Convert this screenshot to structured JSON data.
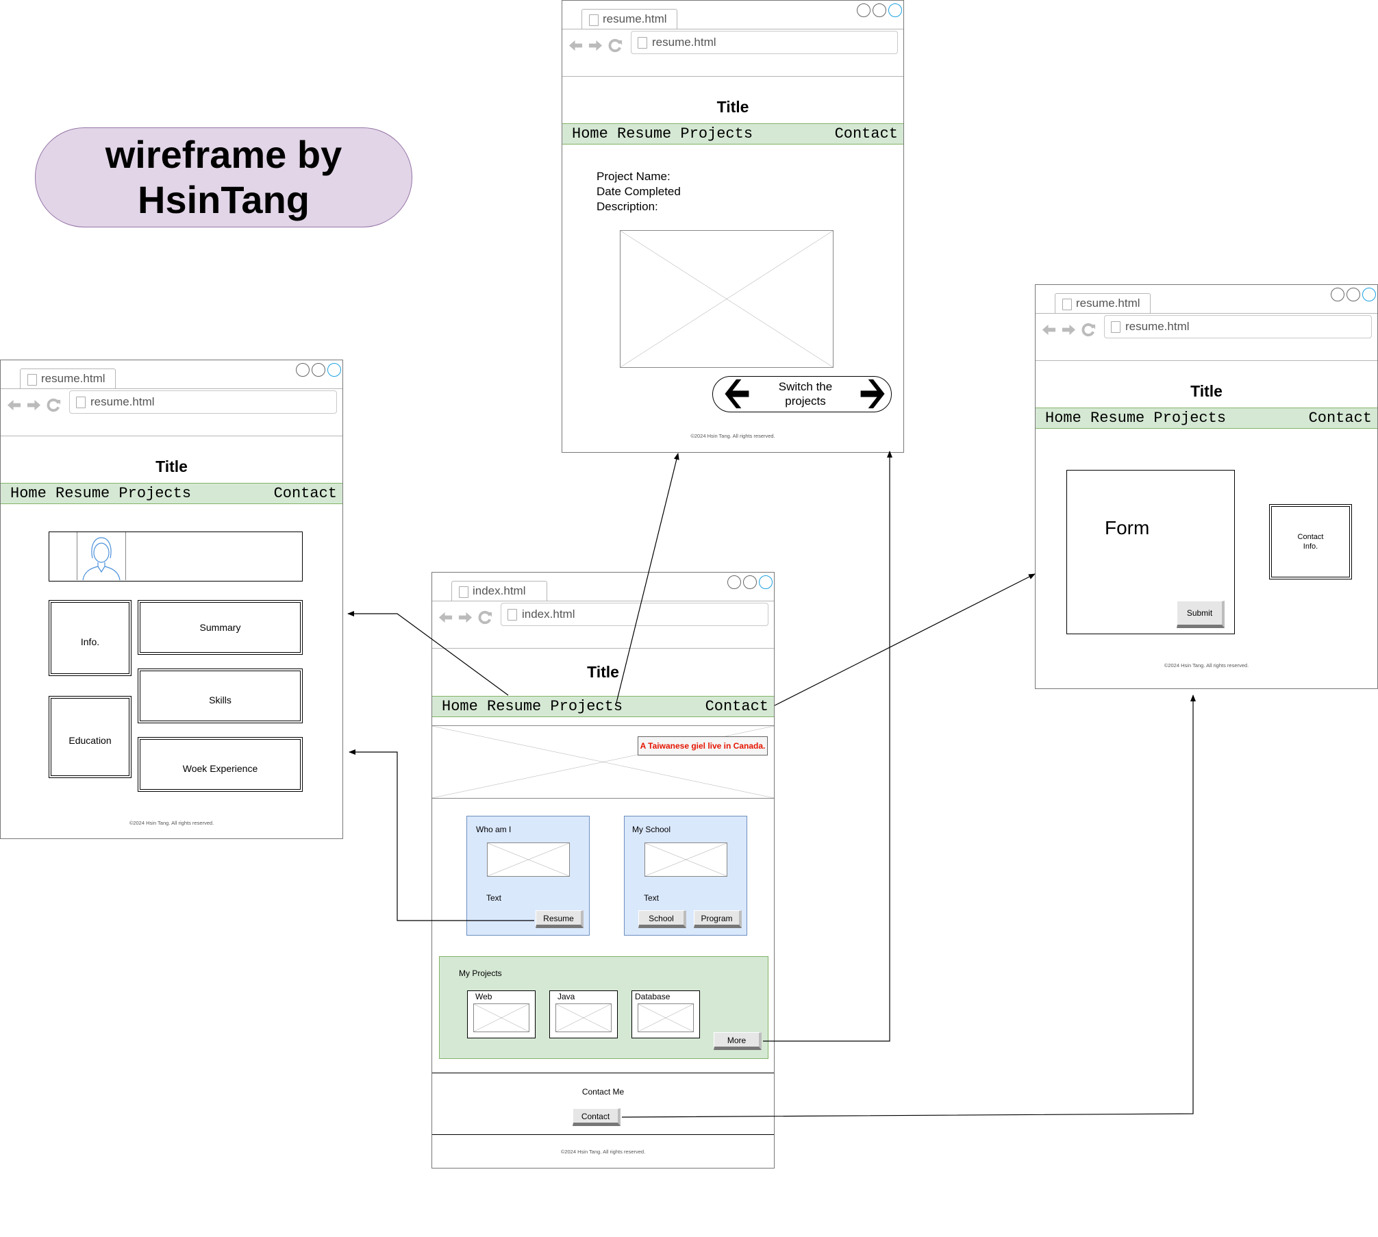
{
  "banner": {
    "line1": "wireframe by",
    "line2": "HsinTang"
  },
  "browser_icons": [
    "back-arrow-icon",
    "forward-arrow-icon",
    "refresh-icon"
  ],
  "nav": {
    "left": "Home Resume Projects",
    "right": "Contact"
  },
  "footer": "©2024 Hsin Tang. All rights reserved.",
  "projects_window": {
    "tab": "resume.html",
    "url": "resume.html",
    "title": "Title",
    "project_name": "Project Name:",
    "date_completed": "Date Completed",
    "description": "Description:",
    "switch_label": "Switch the projects"
  },
  "resume_window": {
    "tab": "resume.html",
    "url": "resume.html",
    "title": "Title",
    "info": "Info.",
    "summary": "Summary",
    "skills": "Skills",
    "education": "Education",
    "work": "Woek Experience"
  },
  "index_window": {
    "tab": "index.html",
    "url": "index.html",
    "title": "Title",
    "hero_caption": "A Taiwanese giel live in Canada.",
    "who_title": "Who am I",
    "who_text": "Text",
    "resume_btn": "Resume",
    "school_title": "My School",
    "school_text": "Text",
    "school_btn": "School",
    "program_btn": "Program",
    "projects_title": "My Projects",
    "proj_web": "Web",
    "proj_java": "Java",
    "proj_db": "Database",
    "more_btn": "More",
    "contact_title": "Contact Me",
    "contact_btn": "Contact"
  },
  "contact_window": {
    "tab": "resume.html",
    "url": "resume.html",
    "title": "Title",
    "form": "Form",
    "submit": "Submit",
    "contact_info": "Contact Info."
  },
  "colors": {
    "nav_fill": "#d5e8d4",
    "blue_fill": "#dae8fc",
    "banner_fill": "#e1d5e7",
    "caption_red": "#e51400"
  }
}
